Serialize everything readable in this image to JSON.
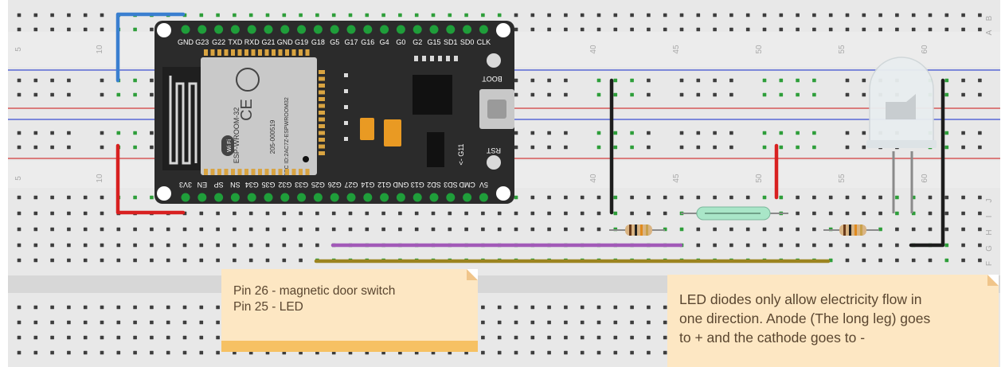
{
  "breadboard": {
    "colors": {
      "board": "#e8e8e8",
      "board_dark": "#d7d7d7",
      "hole": "#3d3d3d",
      "hole_used": "#2e9e3a",
      "rail_red": "#d23b3b",
      "rail_blue": "#3b4fd2",
      "label": "#a8a8a8"
    },
    "column_numbers": [
      "5",
      "10",
      "40",
      "45",
      "50",
      "55",
      "60"
    ],
    "row_letters_top": [
      "B",
      "A"
    ],
    "row_letters_bottom": [
      "J",
      "I",
      "H",
      "G",
      "F"
    ]
  },
  "esp32": {
    "module_label": "ESP-WROOM-32",
    "fcc_label": "FCC ID:2AC7Z-ESPWROOM32",
    "cert_label": "205-000519",
    "wifi_badge": "Wi Fi",
    "boot_label": "BOOT",
    "rst_label": "RST",
    "g11_label": "<- G11",
    "top_pins": [
      "GND",
      "G23",
      "G22",
      "TXD",
      "RXD",
      "G21",
      "GND",
      "G19",
      "G18",
      "G5",
      "G17",
      "G16",
      "G4",
      "G0",
      "G2",
      "G15",
      "SD1",
      "SD0",
      "CLK"
    ],
    "bottom_pins": [
      "3V3",
      "EN",
      "SP",
      "SN",
      "G34",
      "G35",
      "G32",
      "G33",
      "G25",
      "G26",
      "G27",
      "G14",
      "G12",
      "GND",
      "G13",
      "SD2",
      "SD3",
      "CMD",
      "5V"
    ],
    "colors": {
      "board": "#2b2b2b",
      "pin": "#1f9e3a",
      "text": "#ffffff",
      "shield": "#c9c9c9"
    }
  },
  "components": {
    "led": {
      "color": "#e9eef0"
    },
    "reed_switch": {
      "color": "#a9e6c8"
    },
    "resistors": {
      "body": "#d9b483",
      "bands": [
        "#6a3b1a",
        "#222222",
        "#e08a1e",
        "#c9a14a"
      ]
    }
  },
  "wires": {
    "blue": "#3a7fd0",
    "red": "#d82020",
    "black": "#1d1d1d",
    "purple": "#a25ab8",
    "olive": "#9c8420"
  },
  "notes": [
    {
      "lines": [
        "Pin 26 - magnetic door switch",
        "Pin 25 - LED"
      ]
    },
    {
      "lines": [
        "LED diodes only allow electricity flow in",
        "one direction. Anode (The long leg) goes",
        "to + and the cathode goes to -"
      ]
    }
  ]
}
